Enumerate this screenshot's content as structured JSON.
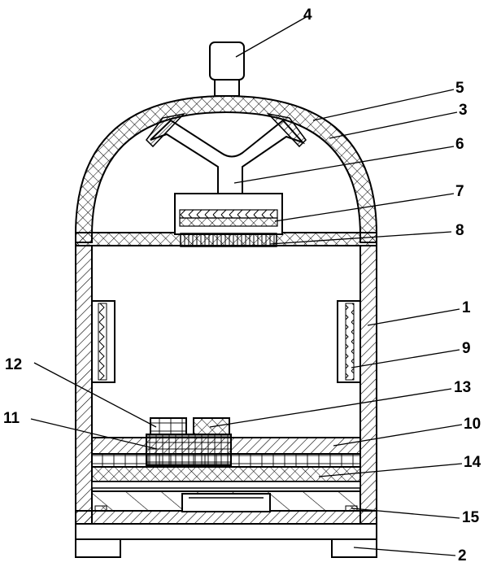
{
  "labels": [
    {
      "id": "1",
      "text": "1"
    },
    {
      "id": "2",
      "text": "2"
    },
    {
      "id": "3",
      "text": "3"
    },
    {
      "id": "4",
      "text": "4"
    },
    {
      "id": "5",
      "text": "5"
    },
    {
      "id": "6",
      "text": "6"
    },
    {
      "id": "7",
      "text": "7"
    },
    {
      "id": "8",
      "text": "8"
    },
    {
      "id": "9",
      "text": "9"
    },
    {
      "id": "10",
      "text": "10"
    },
    {
      "id": "11",
      "text": "11"
    },
    {
      "id": "12",
      "text": "12"
    },
    {
      "id": "13",
      "text": "13"
    },
    {
      "id": "14",
      "text": "14"
    },
    {
      "id": "15",
      "text": "15"
    }
  ],
  "colors": {
    "stroke": "#000000",
    "background": "#ffffff"
  }
}
